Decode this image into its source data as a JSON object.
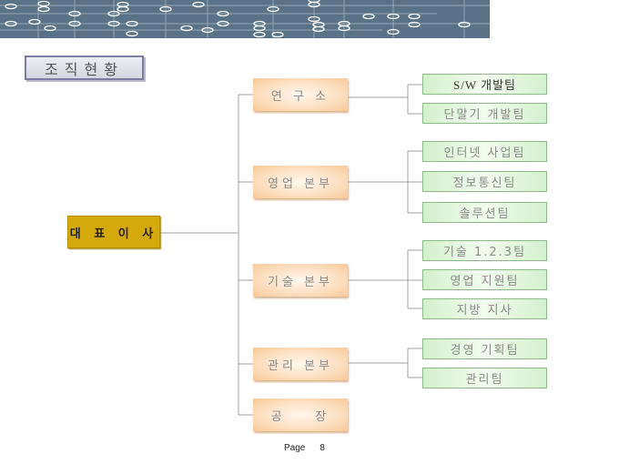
{
  "title": "조직현황",
  "ceo": {
    "label": "대 표 이 사"
  },
  "divisions": [
    {
      "label": "연 구 소",
      "teams": [
        "S/W 개발팀",
        "단말기 개발팀"
      ]
    },
    {
      "label": "영업 본부",
      "teams": [
        "인터넷 사업팀",
        "정보통신팀",
        "솔루션팀"
      ]
    },
    {
      "label": "기술 본부",
      "teams": [
        "기술 1.2.3팀",
        "영업 지원팀",
        "지방 지사"
      ]
    },
    {
      "label": "관리 본부",
      "teams": [
        "경영 기획팀",
        "관리팀"
      ]
    },
    {
      "label": "공    장",
      "teams": []
    }
  ],
  "footer": {
    "page_label": "Page",
    "page_number": "8"
  },
  "colors": {
    "banner": "#5a7288",
    "ceo_box": "#d4a90c",
    "division_box": "#fde0c2",
    "team_box": "#d4f0cc",
    "connector": "#a0a0a0"
  }
}
